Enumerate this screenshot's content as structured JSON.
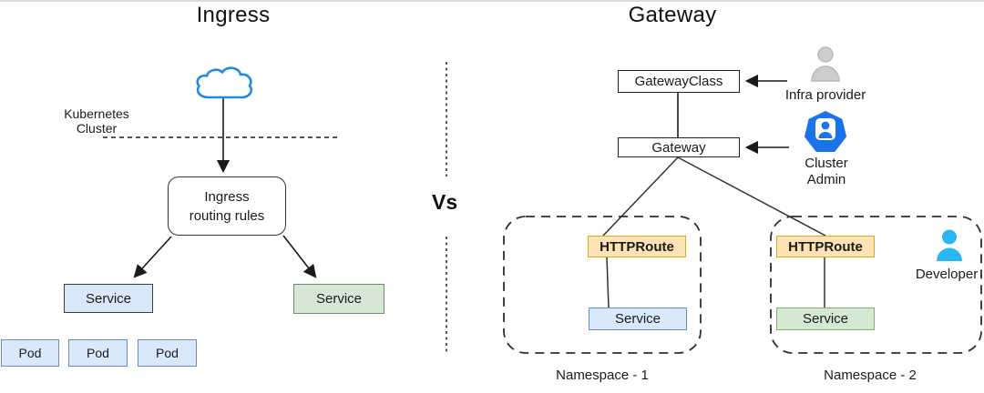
{
  "ingress_panel": {
    "title": "Ingress",
    "cluster_label_line1": "Kubernetes",
    "cluster_label_line2": "Cluster",
    "routing_box_line1": "Ingress",
    "routing_box_line2": "routing rules",
    "service_left_label": "Service",
    "service_right_label": "Service",
    "pods": [
      "Pod",
      "Pod",
      "Pod"
    ]
  },
  "divider": {
    "label": "Vs"
  },
  "gateway_panel": {
    "title": "Gateway",
    "gatewayclass_label": "GatewayClass",
    "gateway_label": "Gateway",
    "infra_provider_label": "Infra provider",
    "cluster_admin_line1": "Cluster",
    "cluster_admin_line2": "Admin",
    "developer_label": "Developer",
    "namespaces": [
      {
        "httproute_label": "HTTPRoute",
        "service_label": "Service",
        "caption": "Namespace - 1"
      },
      {
        "httproute_label": "HTTPRoute",
        "service_label": "Service",
        "caption": "Namespace - 2"
      }
    ]
  },
  "icons": {
    "cloud": "cloud-icon",
    "infra_provider": "person-gray-icon",
    "cluster_admin": "kubernetes-admin-icon",
    "developer": "person-cyan-icon"
  },
  "colors": {
    "blue_fill": "#dae8fc",
    "blue_border": "#6c8ebf",
    "green_fill": "#d5e8d4",
    "green_border": "#82b366",
    "orange_fill": "#ffe3b3",
    "orange_border": "#d6a922",
    "cloud_blue": "#1e88e5",
    "admin_blue": "#1a73e8",
    "developer_cyan": "#29b6f6",
    "infra_gray": "#cccccc",
    "line_color": "#1a1a1a"
  }
}
